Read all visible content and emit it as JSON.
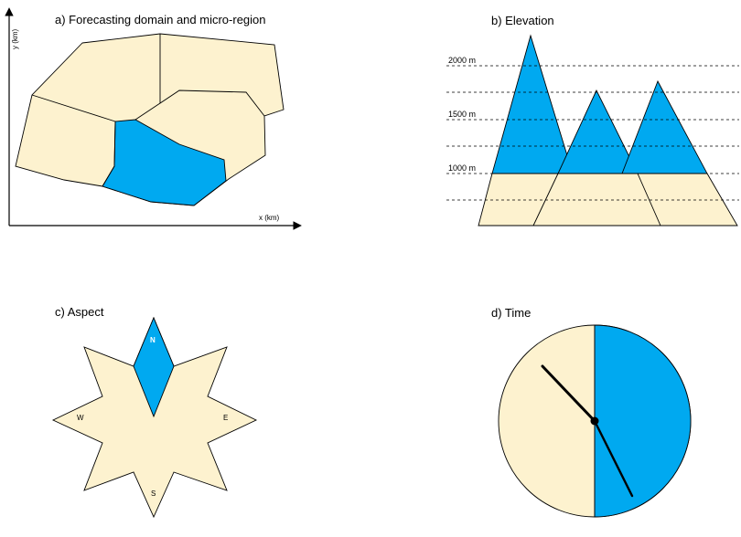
{
  "colors": {
    "cream": "#FDF2CF",
    "blue": "#00A9F0",
    "stroke": "#000000"
  },
  "panel_a": {
    "title": "a) Forecasting domain and micro-region",
    "x_label": "x (km)",
    "y_label": "y (km)"
  },
  "panel_b": {
    "title": "b) Elevation",
    "levels": [
      "2000 m",
      "1500 m",
      "1000 m"
    ]
  },
  "panel_c": {
    "title": "c) Aspect",
    "labels": {
      "north": "N",
      "east": "E",
      "south": "S",
      "west": "W"
    }
  },
  "panel_d": {
    "title": "d) Time"
  }
}
